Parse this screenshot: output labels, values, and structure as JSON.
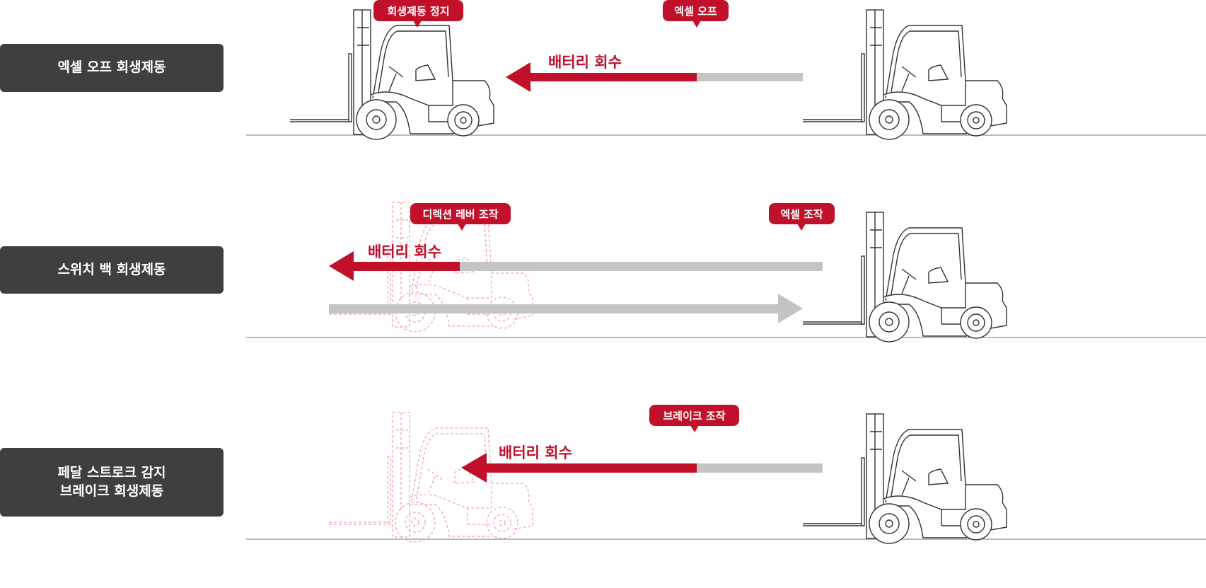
{
  "colors": {
    "accent": "#c0102a",
    "arrow_gray": "#c4c4c4",
    "label_bg": "#3f3f41"
  },
  "rows": [
    {
      "label": "엑셀 오프 회생제동",
      "bubbles": [
        "회생제동 정지",
        "엑셀 오프"
      ],
      "recover": "배터리 회수"
    },
    {
      "label": "스위치 백 회생제동",
      "bubbles": [
        "디렉션 레버 조작",
        "엑셀 조작"
      ],
      "recover": "배터리 회수"
    },
    {
      "label_line1": "페달 스트로크 감지",
      "label_line2": "브레이크 회생제동",
      "bubbles": [
        "브레이크 조작"
      ],
      "recover": "배터리 회수"
    }
  ],
  "icons": [
    "forklift-icon",
    "forklift-ghost-icon",
    "arrow-left-icon",
    "arrow-right-icon"
  ]
}
